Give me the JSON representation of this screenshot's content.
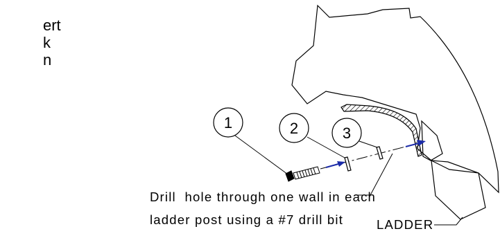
{
  "corner_text": [
    "ert",
    "k",
    "n"
  ],
  "callouts": [
    {
      "number": "1"
    },
    {
      "number": "2"
    },
    {
      "number": "3"
    }
  ],
  "note_lines": [
    "Drill  hole through one wall in each",
    "ladder post using a #7 drill bit"
  ],
  "part_label": "LADDER",
  "colors": {
    "line": "#000000",
    "arrow": "#1b2ba8",
    "background": "#ffffff"
  }
}
